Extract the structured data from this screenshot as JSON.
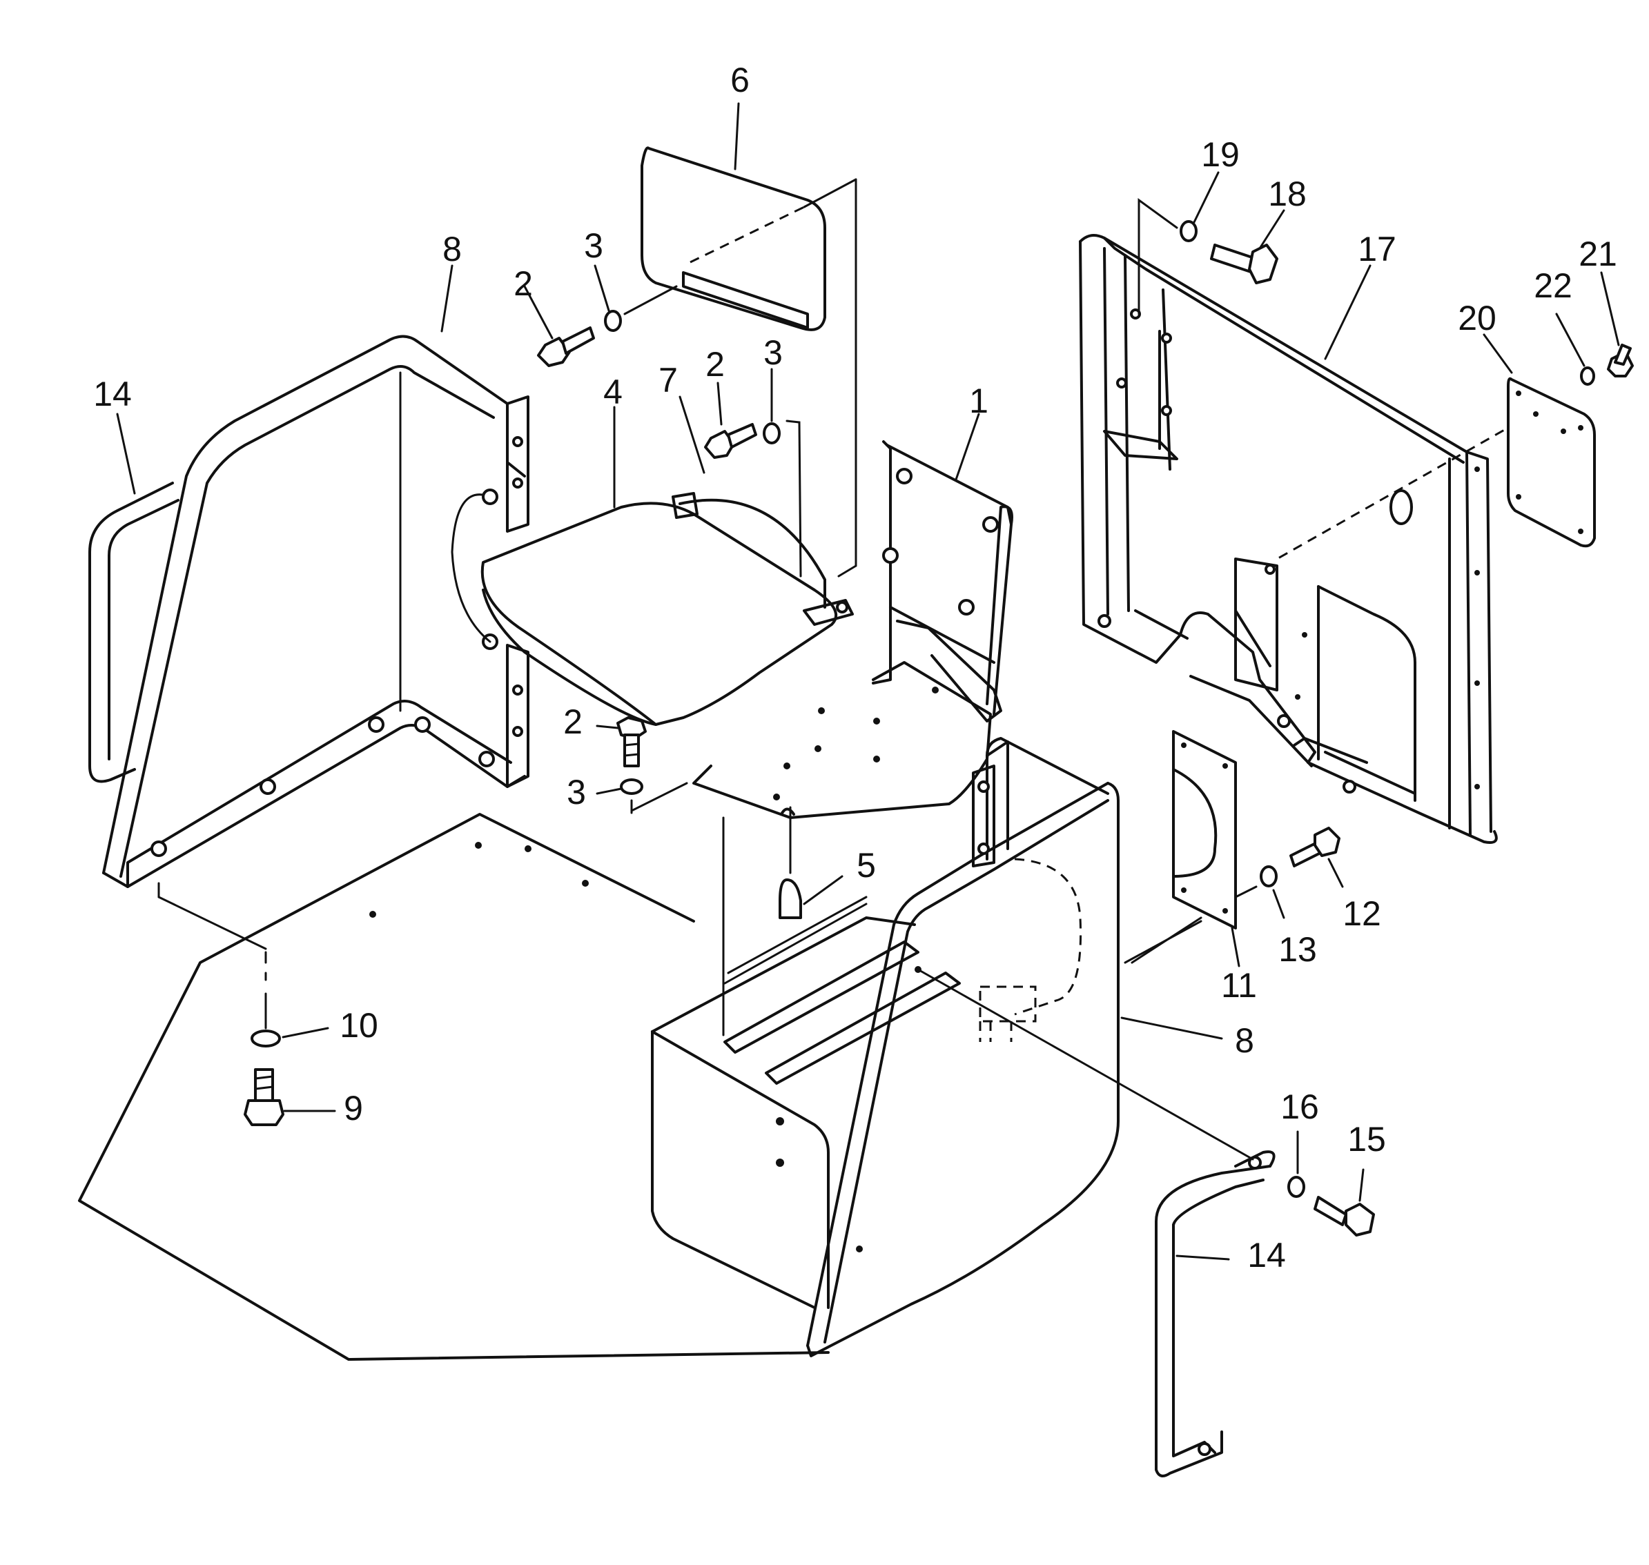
{
  "callouts": [
    {
      "id": "c1",
      "text": "1"
    },
    {
      "id": "c2a",
      "text": "2"
    },
    {
      "id": "c2b",
      "text": "2"
    },
    {
      "id": "c2c",
      "text": "2"
    },
    {
      "id": "c3a",
      "text": "3"
    },
    {
      "id": "c3b",
      "text": "3"
    },
    {
      "id": "c3c",
      "text": "3"
    },
    {
      "id": "c4",
      "text": "4"
    },
    {
      "id": "c5",
      "text": "5"
    },
    {
      "id": "c6",
      "text": "6"
    },
    {
      "id": "c7",
      "text": "7"
    },
    {
      "id": "c8a",
      "text": "8"
    },
    {
      "id": "c8b",
      "text": "8"
    },
    {
      "id": "c9",
      "text": "9"
    },
    {
      "id": "c10",
      "text": "10"
    },
    {
      "id": "c11",
      "text": "11"
    },
    {
      "id": "c12",
      "text": "12"
    },
    {
      "id": "c13",
      "text": "13"
    },
    {
      "id": "c14a",
      "text": "14"
    },
    {
      "id": "c14b",
      "text": "14"
    },
    {
      "id": "c15",
      "text": "15"
    },
    {
      "id": "c16",
      "text": "16"
    },
    {
      "id": "c17",
      "text": "17"
    },
    {
      "id": "c18",
      "text": "18"
    },
    {
      "id": "c19",
      "text": "19"
    },
    {
      "id": "c20",
      "text": "20"
    },
    {
      "id": "c21",
      "text": "21"
    },
    {
      "id": "c22",
      "text": "22"
    }
  ]
}
